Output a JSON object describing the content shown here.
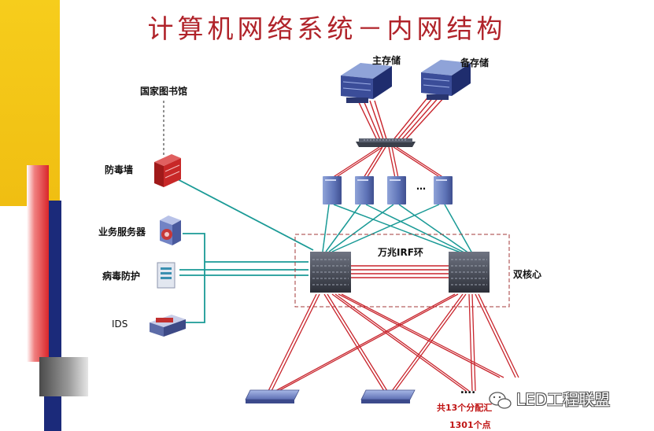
{
  "title": "计算机网络系统－内网结构",
  "labels": {
    "main_storage": "主存储",
    "backup_storage": "备存储",
    "national_library": "国家图书馆",
    "firewall": "防毒墙",
    "business_server": "业务服务器",
    "virus_protection": "病毒防护",
    "ids": "IDS",
    "irf_ring": "万兆IRF环",
    "dual_core": "双核心",
    "server_ellipsis": "…",
    "access_ellipsis": "….",
    "distribution_total": "共13个分配汇",
    "points_total": "1301个点"
  },
  "watermark": "LED工程联盟",
  "colors": {
    "accent_red": "#c8242c",
    "link_teal": "#1a9a96",
    "bar_yellow": "#f3c316",
    "bar_navy": "#1b2a7a",
    "bar_red": "#d9262a"
  }
}
